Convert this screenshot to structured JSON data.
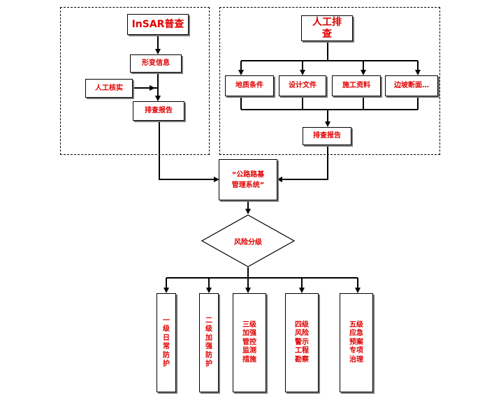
{
  "colors": {
    "text": "#e00000",
    "line": "#000000",
    "shadow": "#777777"
  },
  "left_group": {
    "insar": "InSAR普查",
    "deform": "形变信息",
    "manual_check": "人工核实",
    "report": "排查报告"
  },
  "right_group": {
    "manual_survey": "人工排\n查",
    "geology": "地质条件",
    "design_doc": "设计文件",
    "construction": "施工资料",
    "slope_section": "边坡断面…",
    "report": "排查报告"
  },
  "system": "“公路路基\n管理系统”",
  "risk": "风险分级",
  "levels": [
    "一级日常防护",
    "二级加强防护",
    "三级加强管控监测措施",
    "四级风险警示工程勘察",
    "五级应急预案专项治理"
  ]
}
